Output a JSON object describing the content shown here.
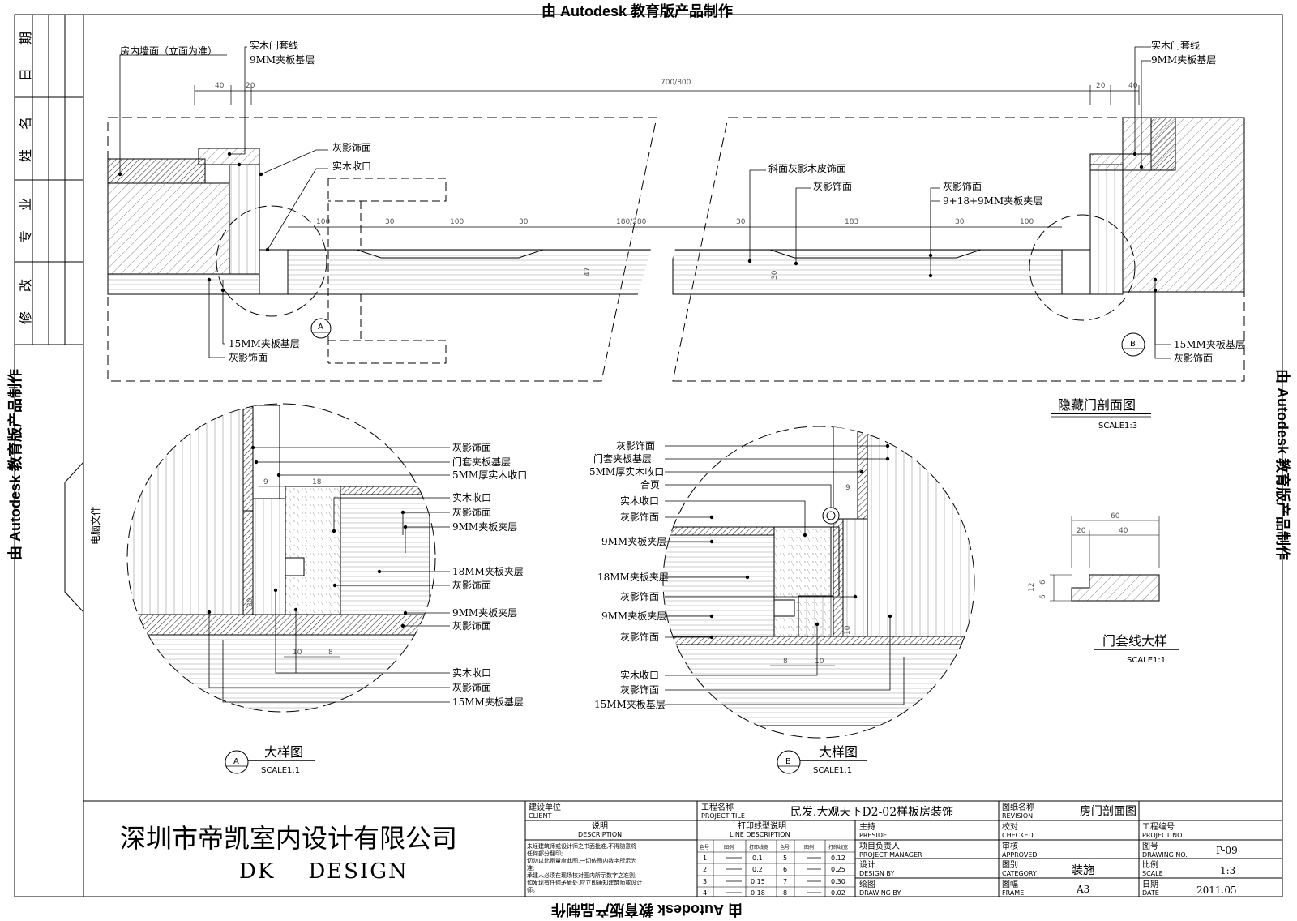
{
  "watermark": "由 Autodesk 教育版产品制作",
  "side_table": [
    "修",
    "改",
    "专",
    "业",
    "姓",
    "名",
    "日",
    "期"
  ],
  "computer_file": "电脑文件",
  "main_section": {
    "title": "隐藏门剖面图",
    "scale": "SCALE1:3",
    "labels_left": [
      "房内墙面（立面为准）",
      "实木门套线",
      "9MM夹板基层",
      "灰影饰面",
      "实木收口",
      "15MM夹板基层",
      "灰影饰面"
    ],
    "labels_center": [
      "斜面灰影木皮饰面",
      "灰影饰面",
      "灰影饰面",
      "9+18+9MM夹板夹层"
    ],
    "labels_right": [
      "实木门套线",
      "9MM夹板基层",
      "15MM夹板基层",
      "灰影饰面"
    ],
    "dims_top": [
      "40",
      "20",
      "700/800",
      "20",
      "40"
    ],
    "dims_mid": [
      "100",
      "30",
      "100",
      "30",
      "180/280",
      "30",
      "183",
      "30",
      "100"
    ],
    "dims_side": [
      "47",
      "30"
    ],
    "callout_a": "A",
    "callout_b": "B"
  },
  "detail_a": {
    "letter": "A",
    "title": "大样图",
    "scale": "SCALE1:1",
    "labels": [
      "灰影饰面",
      "门套夹板基层",
      "5MM厚实木收口",
      "实木收口",
      "灰影饰面",
      "9MM夹板夹层",
      "18MM夹板夹层",
      "灰影饰面",
      "9MM夹板夹层",
      "灰影饰面",
      "实木收口",
      "灰影饰面",
      "15MM夹板基层"
    ],
    "dims": [
      "9",
      "18",
      "20",
      "10",
      "8"
    ]
  },
  "detail_b": {
    "letter": "B",
    "title": "大样图",
    "scale": "SCALE1:1",
    "labels": [
      "灰影饰面",
      "门套夹板基层",
      "5MM厚实木收口",
      "合页",
      "实木收口",
      "灰影饰面",
      "9MM夹板夹层",
      "18MM夹板夹层",
      "灰影饰面",
      "9MM夹板夹层",
      "灰影饰面",
      "实木收口",
      "灰影饰面",
      "15MM夹板基层"
    ],
    "dims": [
      "9",
      "10",
      "8",
      "10"
    ]
  },
  "frame_detail": {
    "title": "门套线大样",
    "scale": "SCALE1:1",
    "dims": [
      "60",
      "20",
      "40",
      "12",
      "6",
      "6"
    ]
  },
  "title_block": {
    "company_cn": "深圳市帝凯室内设计有限公司",
    "company_en": "DK    DESIGN",
    "client_cn": "建设单位",
    "client_en": "CLIENT",
    "desc_cn": "说明",
    "desc_en": "DESCRIPTION",
    "desc_text": [
      "未经建筑师或设计师之书面批准,不得随意将",
      "任何部分翻印;",
      "切勿以比例量度此图,一切依图内数字所示为",
      "准;",
      "承建人必须在现场核对图内所示数字之准则;",
      "如发现有任何矛盾处,应立即通知建筑师或设计",
      "师。"
    ],
    "project_title_cn": "工程名称",
    "project_title_en": "PROJECT TILE",
    "project_name": "民发.大观天下D2-02样板房装饰",
    "line_desc_cn": "打印线型说明",
    "line_desc_en": "LINE DESCRIPTION",
    "line_headers": [
      "色号",
      "图例",
      "打印线宽",
      "色号",
      "图例",
      "打印线宽"
    ],
    "line_rows": [
      [
        "1",
        "0.1",
        "5",
        "0.12"
      ],
      [
        "2",
        "0.2",
        "6",
        "0.25"
      ],
      [
        "3",
        "0.15",
        "7",
        "0.30"
      ],
      [
        "4",
        "0.18",
        "8",
        "0.02"
      ]
    ],
    "preside_cn": "主持",
    "preside_en": "PRESIDE",
    "pm_cn": "项目负责人",
    "pm_en": "PROJECT MANAGER",
    "design_cn": "设计",
    "design_en": "DESIGN BY",
    "drawing_cn": "绘图",
    "drawing_en": "DRAWING BY",
    "revision_cn": "图纸名称",
    "revision_en": "REVISION",
    "drawing_name": "房门剖面图",
    "checked_cn": "校对",
    "checked_en": "CHECKED",
    "approved_cn": "审核",
    "approved_en": "APPROVED",
    "category_cn": "图别",
    "category_en": "CATEGORY",
    "category": "装施",
    "frame_cn": "图幅",
    "frame_en": "FRAME",
    "frame": "A3",
    "project_no_cn": "工程编号",
    "project_no_en": "PROJECT NO.",
    "drawing_no_cn": "图号",
    "drawing_no_en": "DRAWING NO.",
    "drawing_no": "P-09",
    "scale_cn": "比例",
    "scale_en": "SCALE",
    "scale": "1:3",
    "date_cn": "日期",
    "date_en": "DATE",
    "date": "2011.05"
  }
}
